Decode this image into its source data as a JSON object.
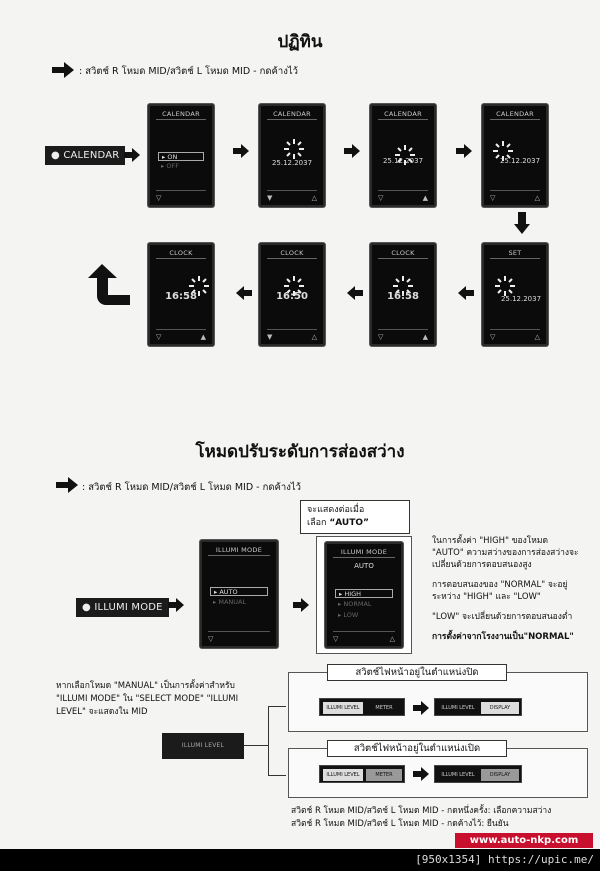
{
  "section1": {
    "title": "ปฏิทิน",
    "instruction": ": สวิตช์ R โหมด MID/สวิตช์ L โหมด MID - กดค้างไว้",
    "start_label": "CALENDAR",
    "screens_row1": [
      {
        "header": "CALENDAR",
        "opt1": "ON",
        "opt2": "OFF"
      },
      {
        "header": "CALENDAR",
        "date": "25.12.2037"
      },
      {
        "header": "CALENDAR",
        "date": "25.12.2037"
      },
      {
        "header": "CALENDAR",
        "date": "25.12.2037"
      }
    ],
    "screens_row2": [
      {
        "header": "CLOCK",
        "time": "16:58"
      },
      {
        "header": "CLOCK",
        "time": "16:50"
      },
      {
        "header": "CLOCK",
        "time": "16:58"
      },
      {
        "header": "SET",
        "date": "25.12.2037"
      }
    ]
  },
  "section2": {
    "title": "โหมดปรับระดับการส่องสว่าง",
    "instruction": ": สวิตช์ R โหมด MID/สวิตช์ L โหมด MID - กดค้างไว้",
    "start_label": "ILLUMI MODE",
    "callout_line1": "จะแสดงต่อเมื่อ",
    "callout_line2_prefix": "เลือก ",
    "callout_auto": "“AUTO”",
    "screen1": {
      "header": "ILLUMI MODE",
      "opt1": "AUTO",
      "opt2": "MANUAL"
    },
    "screen2": {
      "header": "ILLUMI MODE",
      "mode": "AUTO",
      "opt1": "HIGH",
      "opt2": "NORMAL",
      "opt3": "LOW"
    },
    "notes": [
      "ในการตั้งค่า \"HIGH\" ของโหมด",
      "\"AUTO\" ความสว่างของการส่องสว่างจะ",
      "เปลี่ยนด้วยการตอบสนองสูง",
      "",
      "การตอบสนองของ \"NORMAL\" จะอยู่",
      "ระหว่าง \"HIGH\" และ \"LOW\"",
      "",
      "\"LOW\" จะเปลี่ยนด้วยการตอบสนองต่ำ",
      "",
      "การตั้งค่าจากโรงงานเป็น\"NORMAL\""
    ],
    "manual_note": [
      "หากเลือกโหมด \"MANUAL\" เป็นการตั้งค่าสำหรับ",
      "\"ILLUMI MODE\" ใน \"SELECT MODE\" \"ILLUMI",
      "LEVEL\" จะแสดงใน MID"
    ],
    "level_label": "ILLUMI LEVEL",
    "box1_title": "สวิตช์ไฟหน้าอยู่ในตำแหน่งปิด",
    "box2_title": "สวิตช์ไฟหน้าอยู่ในตำแหน่งเปิด",
    "strip_level": "ILLUMI LEVEL",
    "strip_meter": "METER",
    "strip_display": "DISPLAY",
    "footer1": "สวิตช์ R โหมด MID/สวิตช์ L โหมด MID - กดหนึ่งครั้ง: เลือกความสว่าง",
    "footer2": "สวิตช์ R โหมด MID/สวิตช์ L โหมด MID - กดค้างไว้: ยืนยัน"
  },
  "logo": "www.auto-nkp.com",
  "status": "[950x1354] https://upic.me/"
}
